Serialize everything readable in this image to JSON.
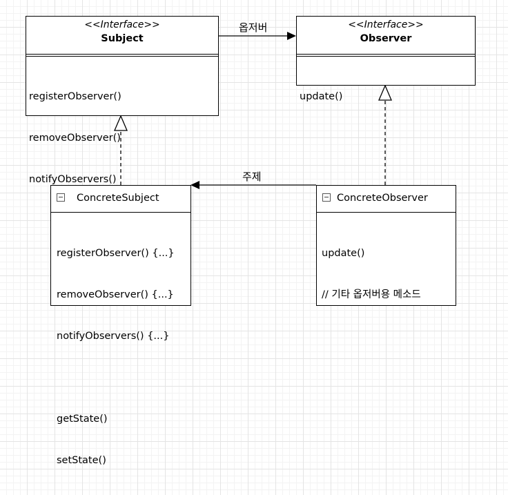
{
  "subject": {
    "stereotype": "<<Interface>>",
    "name": "Subject",
    "operations": [
      "registerObserver()",
      "removeObserver()",
      "notifyObservers()"
    ]
  },
  "observer": {
    "stereotype": "<<Interface>>",
    "name": "Observer",
    "operations": [
      "update()"
    ]
  },
  "concrete_subject": {
    "name": "ConcreteSubject",
    "operations": [
      "registerObserver() {...}",
      "removeObserver() {...}",
      "notifyObservers() {...}",
      "",
      "getState()",
      "setState()"
    ]
  },
  "concrete_observer": {
    "name": "ConcreteObserver",
    "operations": [
      "update()",
      "// 기타 옵저버용 메소드"
    ]
  },
  "edges": {
    "subject_to_observer_label": "옵저버",
    "concrete_observer_to_concrete_subject_label": "주제"
  }
}
